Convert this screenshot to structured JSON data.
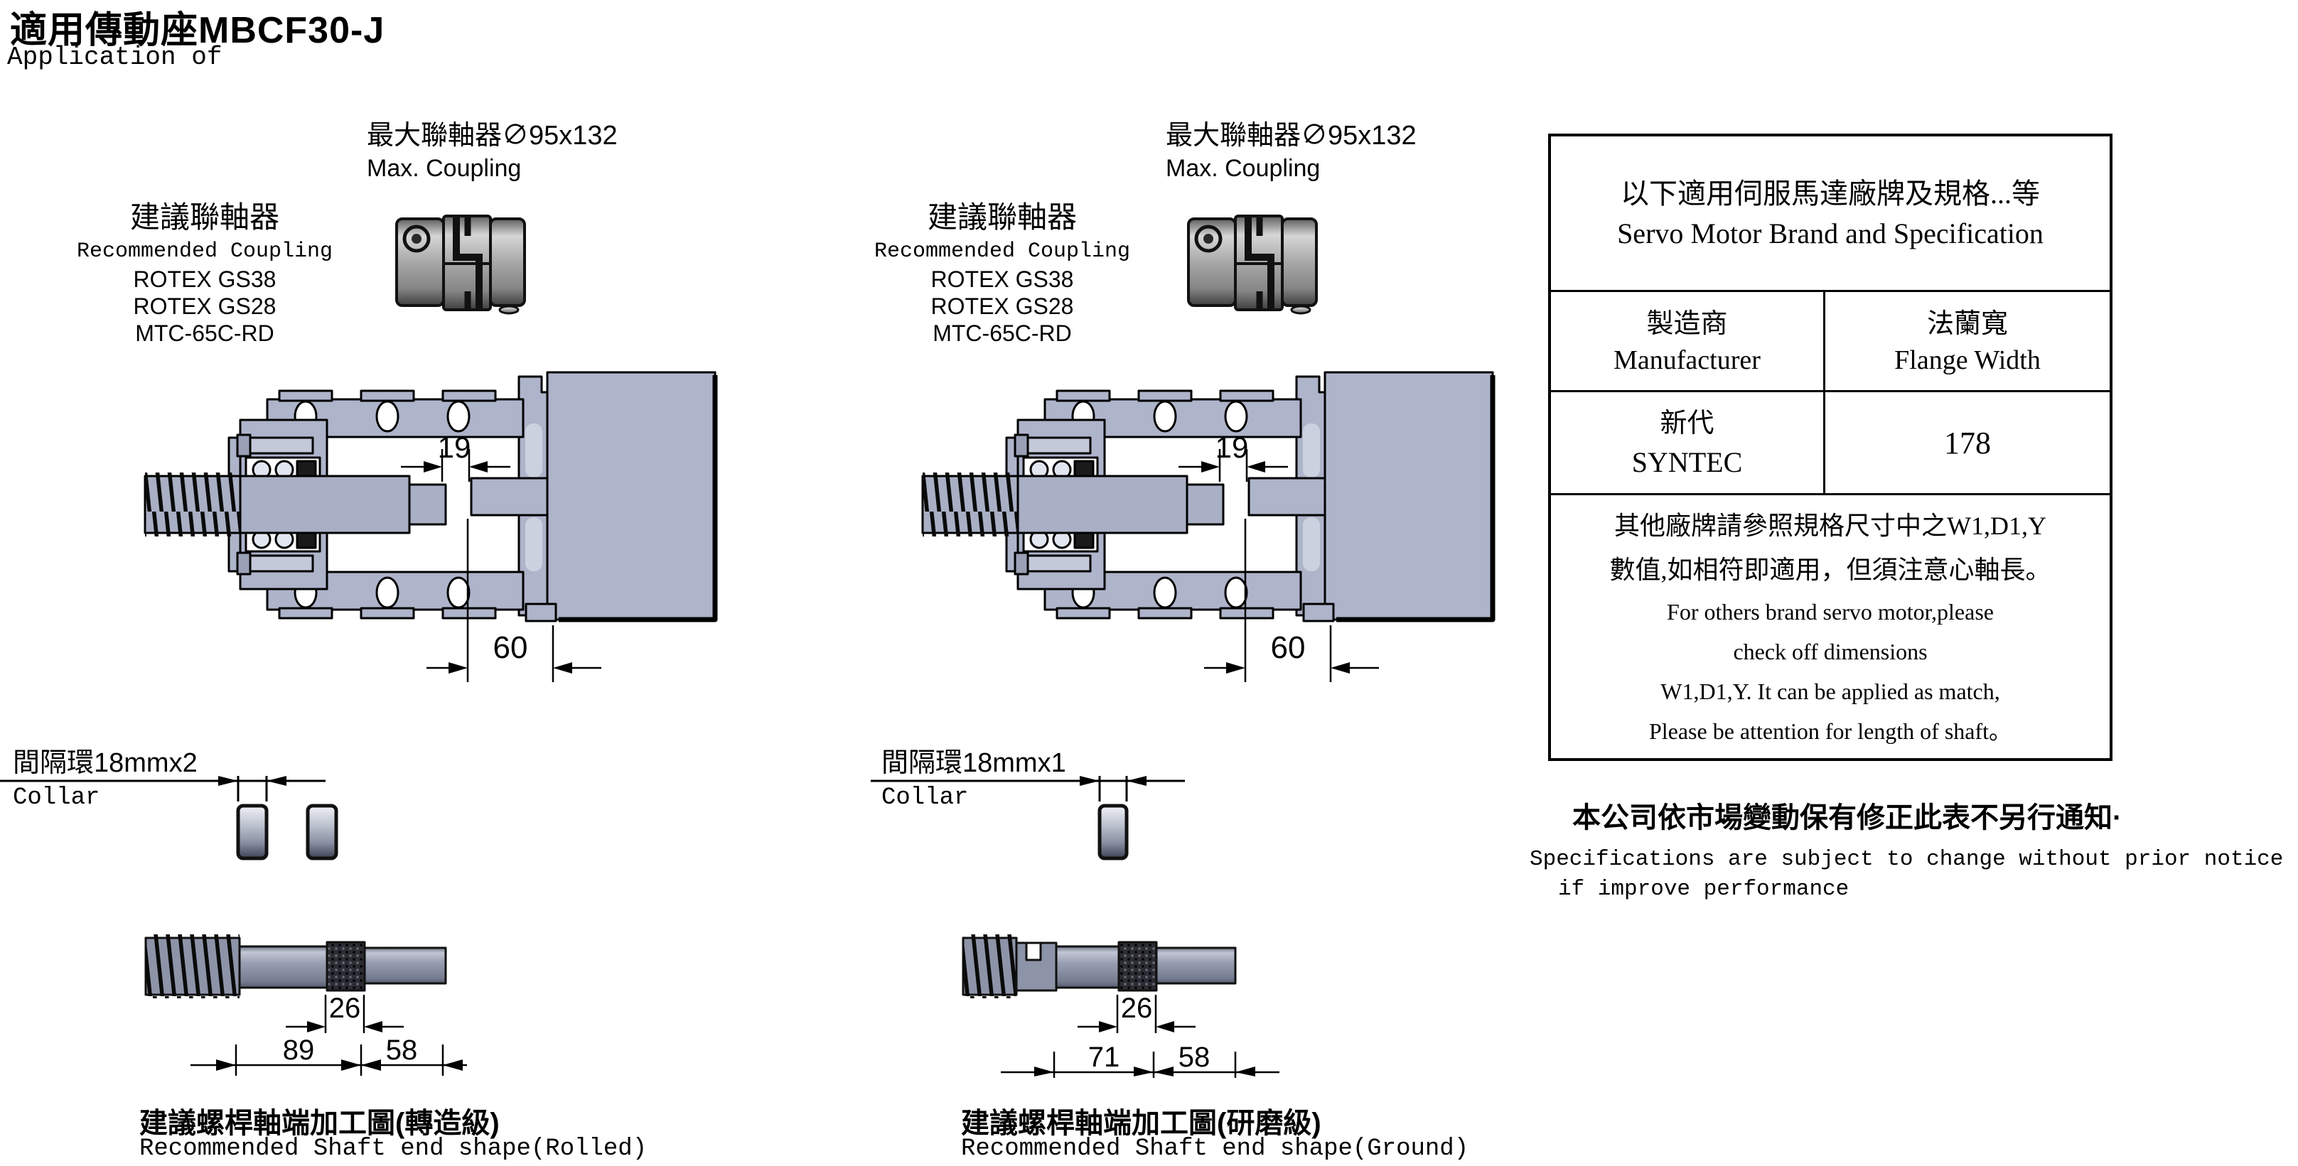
{
  "header": {
    "title": "適用傳動座MBCF30-J",
    "subtitle": "Application of"
  },
  "views": {
    "left": {
      "max_coupling_label": "最大聯軸器∅95x132",
      "max_coupling_en": "Max. Coupling",
      "recommended_label": "建議聯軸器",
      "recommended_en": "Recommended Coupling",
      "models": [
        "ROTEX GS38",
        "ROTEX GS28",
        "MTC-65C-RD"
      ],
      "dims": {
        "gap": "19",
        "depth": "60"
      },
      "collar": {
        "label": "間隔環18mmx2",
        "en": "Collar"
      },
      "shaft": {
        "dims": {
          "knurl": "26",
          "body": "89",
          "end": "58"
        },
        "caption": "建議螺桿軸端加工圖(轉造級)",
        "caption_en": "Recommended Shaft end shape(Rolled)"
      }
    },
    "right": {
      "max_coupling_label": "最大聯軸器∅95x132",
      "max_coupling_en": "Max. Coupling",
      "recommended_label": "建議聯軸器",
      "recommended_en": "Recommended Coupling",
      "models": [
        "ROTEX GS38",
        "ROTEX GS28",
        "MTC-65C-RD"
      ],
      "dims": {
        "gap": "19",
        "depth": "60"
      },
      "collar": {
        "label": "間隔環18mmx1",
        "en": "Collar"
      },
      "shaft": {
        "dims": {
          "knurl": "26",
          "body": "71",
          "end": "58"
        },
        "caption": "建議螺桿軸端加工圖(研磨級)",
        "caption_en": "Recommended Shaft end shape(Ground)"
      }
    }
  },
  "spec_table": {
    "title": "以下適用伺服馬達廠牌及規格...等",
    "title_en": "Servo Motor Brand and Specification",
    "col_manufacturer": "製造商",
    "col_manufacturer_en": "Manufacturer",
    "col_flange": "法蘭寬",
    "col_flange_en": "Flange Width",
    "row": {
      "manufacturer": "新代",
      "manufacturer_en": "SYNTEC",
      "flange_width": "178"
    },
    "note": [
      "其他廠牌請參照規格尺寸中之W1,D1,Y",
      "數值,如相符即適用，但須注意心軸長。",
      "For others brand servo motor,please",
      "check off dimensions",
      "W1,D1,Y. It can be applied as match,",
      "Please be attention for length of shaft。"
    ]
  },
  "footer": {
    "disclaimer": "本公司依市場變動保有修正此表不另行通知·",
    "disclaimer_en1": "Specifications are subject to change without prior notice",
    "disclaimer_en2": "if improve performance"
  },
  "colors": {
    "cad_fill": "#aeb4ca",
    "cad_shaft": "#a9afc4",
    "shaft_dark": "#8e94a8",
    "outline": "#000000"
  }
}
